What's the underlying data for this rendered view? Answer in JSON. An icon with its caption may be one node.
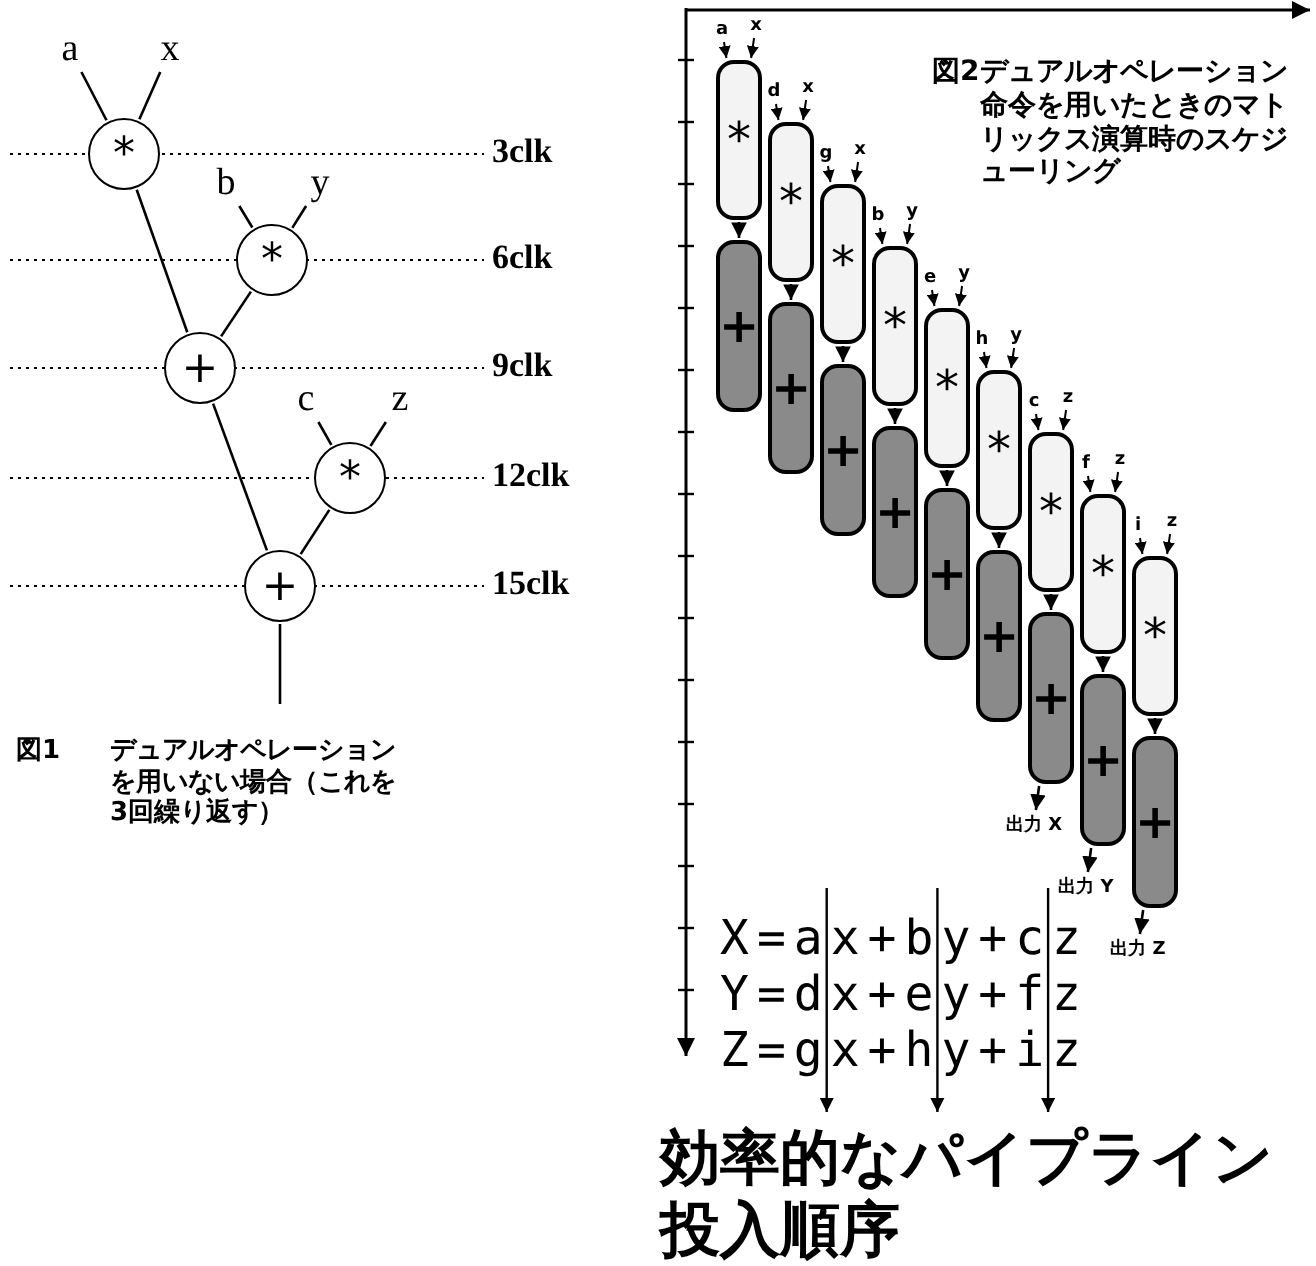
{
  "diagram": {
    "nodes": [
      {
        "text": [
          "a"
        ]
      },
      {
        "text": [
          "x"
        ]
      },
      {
        "text": [
          "*"
        ]
      },
      {
        "text": [
          "b"
        ]
      },
      {
        "text": [
          "y"
        ]
      },
      {
        "text": [
          "*"
        ]
      },
      {
        "text": [
          "+"
        ]
      },
      {
        "text": [
          "c"
        ]
      },
      {
        "text": [
          "z"
        ]
      },
      {
        "text": [
          "*"
        ]
      },
      {
        "text": [
          "+"
        ]
      },
      {
        "text": [
          "a"
        ]
      },
      {
        "text": [
          "x"
        ]
      },
      {
        "text": [
          "*"
        ]
      },
      {
        "text": [
          "+"
        ]
      },
      {
        "text": [
          "d"
        ]
      },
      {
        "text": [
          "x"
        ]
      },
      {
        "text": [
          "*"
        ]
      },
      {
        "text": [
          "+"
        ]
      },
      {
        "text": [
          "g"
        ]
      },
      {
        "text": [
          "x"
        ]
      },
      {
        "text": [
          "*"
        ]
      },
      {
        "text": [
          "+"
        ]
      },
      {
        "text": [
          "b"
        ]
      },
      {
        "text": [
          "y"
        ]
      },
      {
        "text": [
          "*"
        ]
      },
      {
        "text": [
          "+"
        ]
      },
      {
        "text": [
          "e"
        ]
      },
      {
        "text": [
          "y"
        ]
      },
      {
        "text": [
          "*"
        ]
      },
      {
        "text": [
          "+"
        ]
      },
      {
        "text": [
          "h"
        ]
      },
      {
        "text": [
          "y"
        ]
      },
      {
        "text": [
          "*"
        ]
      },
      {
        "text": [
          "+"
        ]
      },
      {
        "text": [
          "c"
        ]
      },
      {
        "text": [
          "z"
        ]
      },
      {
        "text": [
          "*"
        ]
      },
      {
        "text": [
          "+"
        ]
      },
      {
        "text": [
          "f"
        ]
      },
      {
        "text": [
          "z"
        ]
      },
      {
        "text": [
          "*"
        ]
      },
      {
        "text": [
          "+"
        ]
      },
      {
        "text": [
          "i"
        ]
      },
      {
        "text": [
          "z"
        ]
      },
      {
        "text": [
          "*"
        ]
      },
      {
        "text": [
          "+"
        ]
      },
      {
        "text": [
          "出力 X"
        ]
      },
      {
        "text": [
          "出力 Y"
        ]
      },
      {
        "text": [
          "出力 Z"
        ]
      }
    ],
    "edges": [
      {
        "from": 0,
        "to": 2,
        "arrow": "none"
      },
      {
        "from": 1,
        "to": 2,
        "arrow": "none"
      },
      {
        "from": 3,
        "to": 5,
        "arrow": "none"
      },
      {
        "from": 4,
        "to": 5,
        "arrow": "none"
      },
      {
        "from": 2,
        "to": 6,
        "arrow": "none"
      },
      {
        "from": 5,
        "to": 6,
        "arrow": "none"
      },
      {
        "from": 7,
        "to": 9,
        "arrow": "none"
      },
      {
        "from": 8,
        "to": 9,
        "arrow": "none"
      },
      {
        "from": 6,
        "to": 10,
        "arrow": "none"
      },
      {
        "from": 9,
        "to": 10,
        "arrow": "none"
      },
      {
        "from": 10,
        "to": null,
        "arrow": "none"
      },
      {
        "from": 11,
        "to": 13,
        "arrow": "to"
      },
      {
        "from": 12,
        "to": 13,
        "arrow": "to"
      },
      {
        "from": 13,
        "to": 14,
        "arrow": "to"
      },
      {
        "from": 15,
        "to": 17,
        "arrow": "to"
      },
      {
        "from": 16,
        "to": 17,
        "arrow": "to"
      },
      {
        "from": 17,
        "to": 18,
        "arrow": "to"
      },
      {
        "from": 19,
        "to": 21,
        "arrow": "to"
      },
      {
        "from": 20,
        "to": 21,
        "arrow": "to"
      },
      {
        "from": 21,
        "to": 22,
        "arrow": "to"
      },
      {
        "from": 23,
        "to": 25,
        "arrow": "to"
      },
      {
        "from": 24,
        "to": 25,
        "arrow": "to"
      },
      {
        "from": 25,
        "to": 26,
        "arrow": "to"
      },
      {
        "from": 27,
        "to": 29,
        "arrow": "to"
      },
      {
        "from": 28,
        "to": 29,
        "arrow": "to"
      },
      {
        "from": 29,
        "to": 30,
        "arrow": "to"
      },
      {
        "from": 31,
        "to": 33,
        "arrow": "to"
      },
      {
        "from": 32,
        "to": 33,
        "arrow": "to"
      },
      {
        "from": 33,
        "to": 34,
        "arrow": "to"
      },
      {
        "from": 35,
        "to": 37,
        "arrow": "to"
      },
      {
        "from": 36,
        "to": 37,
        "arrow": "to"
      },
      {
        "from": 37,
        "to": 38,
        "arrow": "to"
      },
      {
        "from": 39,
        "to": 41,
        "arrow": "to"
      },
      {
        "from": 40,
        "to": 41,
        "arrow": "to"
      },
      {
        "from": 41,
        "to": 42,
        "arrow": "to"
      },
      {
        "from": 43,
        "to": 45,
        "arrow": "to"
      },
      {
        "from": 44,
        "to": 45,
        "arrow": "to"
      },
      {
        "from": 45,
        "to": 46,
        "arrow": "to"
      },
      {
        "from": 38,
        "to": 47,
        "arrow": "to"
      },
      {
        "from": 42,
        "to": 48,
        "arrow": "to"
      },
      {
        "from": 46,
        "to": 49,
        "arrow": "to"
      }
    ],
    "labels": [
      "3clk",
      "6clk",
      "9clk",
      "12clk",
      "15clk",
      "図1",
      "デュアルオペレーションを用いない場合（これを3回繰り返す）",
      "図2",
      "デュアルオペレーション命令を用いたときのマトリックス演算時のスケジューリング",
      "X=ax+by+cz",
      "Y=dx+ey+fz",
      "Z=gx+hy+iz",
      "効率的なパイプライン投入順序"
    ]
  }
}
